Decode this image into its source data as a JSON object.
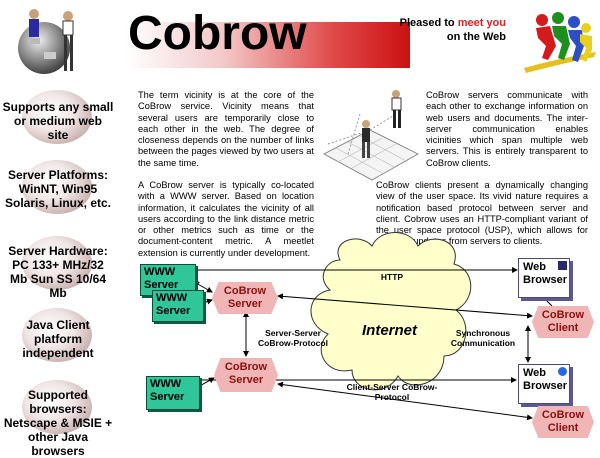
{
  "header": {
    "title": "Cobrow",
    "tagline_prefix": "Pleased to ",
    "tagline_highlight": "meet you",
    "tagline_suffix": "on the Web"
  },
  "sidebar": {
    "items": [
      {
        "label": "Supports any small or medium web site"
      },
      {
        "label": "Server Platforms: WinNT, Win95 Solaris, Linux, etc."
      },
      {
        "label": "Server Hardware: PC 133+ MHz/32 Mb Sun SS 10/64 Mb"
      },
      {
        "label": "Java Client platform independent"
      },
      {
        "label": "Supported browsers: Netscape & MSIE + other Java browsers"
      }
    ]
  },
  "body": {
    "p1": "The term vicinity is at the core of the CoBrow service. Vicinity means that several users are temporarily close to each other in the web. The degree of closeness depends on the number of links between the pages viewed by two users at the same time.",
    "p2": "A CoBrow server is typically co-located with a WWW server. Based on location information, it calculates the vicinity of all users according to the link distance metric or other metrics such as time or the document-content metric. A meetlet extension is currently under development.",
    "p3": "CoBrow servers communicate with each other to exchange information on web users and documents. The inter-server communication enables vicinities which span multiple web servers. This is entirely transparent to CoBrow clients.",
    "p4": "CoBrow clients present a dynamically changing view of the user space. Its vivid nature requires a notification based protocol between server and client. Cobrow uses an HTTP-compliant variant of the user space protocol (USP), which allows for dynamic updates from servers to clients."
  },
  "diagram": {
    "www_server": "WWW Server",
    "cobrow_server": "CoBrow Server",
    "web_browser": "Web Browser",
    "cobrow_client": "CoBrow Client",
    "internet": "Internet",
    "http": "HTTP",
    "server_server": "Server-Server CoBrow-Protocol",
    "synchronous": "Synchronous Communication",
    "client_server": "Client-Server CoBrow-Protocol"
  },
  "colors": {
    "accent": "#e02020",
    "www_box": "#2fc69a",
    "cobrow_box": "#f0b6b6",
    "cloud": "#ffffcc"
  }
}
